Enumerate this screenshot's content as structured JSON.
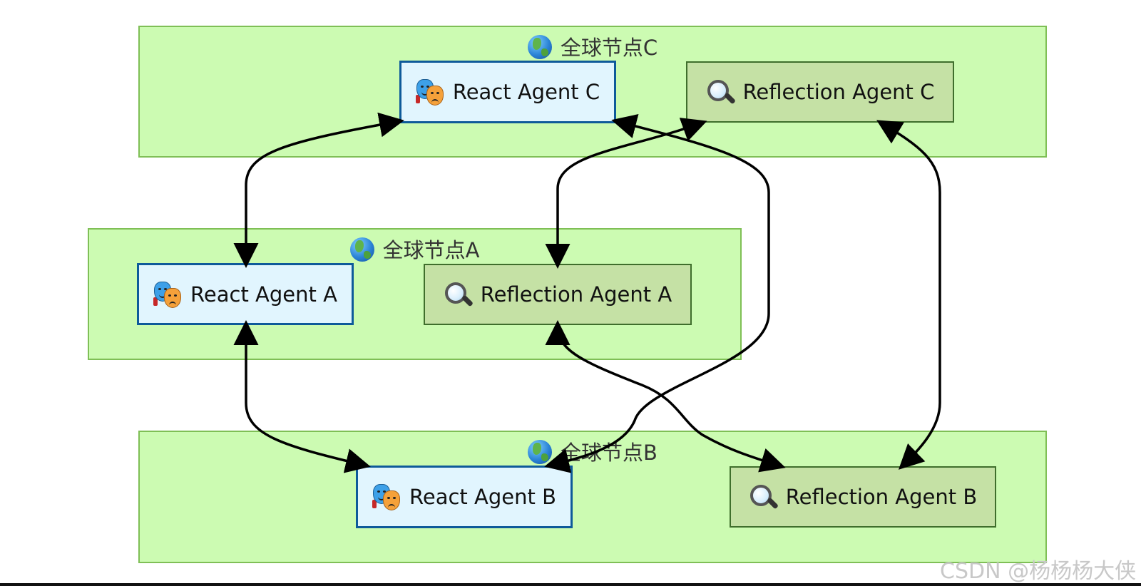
{
  "clusters": {
    "c": {
      "title": "全球节点C",
      "icon": "globe-icon"
    },
    "a": {
      "title": "全球节点A",
      "icon": "globe-icon"
    },
    "b": {
      "title": "全球节点B",
      "icon": "globe-icon"
    }
  },
  "nodes": {
    "react_c": {
      "label": "React Agent C",
      "icon": "performing-arts-masks-icon"
    },
    "reflect_c": {
      "label": "Reflection Agent C",
      "icon": "magnifier-icon"
    },
    "react_a": {
      "label": "React Agent A",
      "icon": "performing-arts-masks-icon"
    },
    "reflect_a": {
      "label": "Reflection Agent A",
      "icon": "magnifier-icon"
    },
    "react_b": {
      "label": "React Agent B",
      "icon": "performing-arts-masks-icon"
    },
    "reflect_b": {
      "label": "Reflection Agent B",
      "icon": "magnifier-icon"
    }
  },
  "edges": [
    {
      "from": "React Agent A",
      "to": "React Agent C",
      "bidirectional": true
    },
    {
      "from": "React Agent A",
      "to": "React Agent B",
      "bidirectional": true
    },
    {
      "from": "React Agent C",
      "to": "React Agent B",
      "bidirectional": true
    },
    {
      "from": "Reflection Agent C",
      "to": "Reflection Agent A",
      "bidirectional": true
    },
    {
      "from": "Reflection Agent A",
      "to": "Reflection Agent B",
      "bidirectional": true
    },
    {
      "from": "Reflection Agent C",
      "to": "Reflection Agent B",
      "bidirectional": true
    }
  ],
  "colors": {
    "cluster_fill": "#ccfbb2",
    "cluster_border": "#7fbf56",
    "react_fill": "#e1f5fe",
    "react_border": "#0e5a9a",
    "reflection_fill": "#c5e1a5",
    "reflection_border": "#3f6e2c",
    "edge": "#000000"
  },
  "watermark": "CSDN @杨杨杨大侠"
}
